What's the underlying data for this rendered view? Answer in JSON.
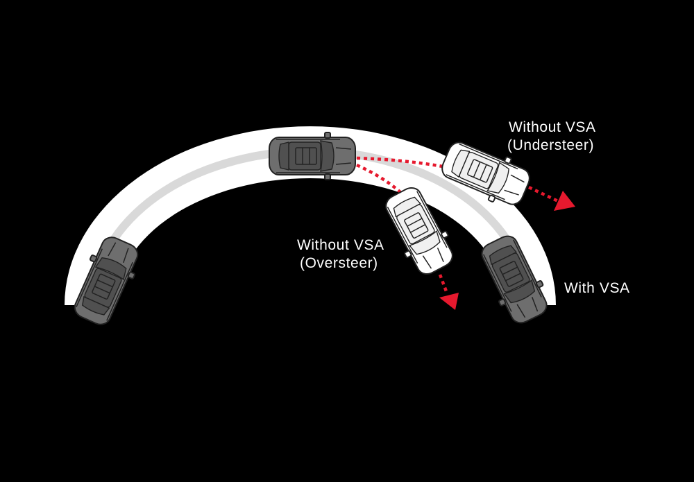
{
  "labels": {
    "without_vsa_understeer_line1": "Without VSA",
    "without_vsa_understeer_line2": "(Understeer)",
    "without_vsa_oversteer_line1": "Without VSA",
    "without_vsa_oversteer_line2": "(Oversteer)",
    "with_vsa": "With VSA"
  },
  "colors": {
    "background": "#000000",
    "road": "#ffffff",
    "lane": "#d9d9d9",
    "path_arrow": "#e6192e",
    "car_dark_body": "#6e6e6e",
    "car_dark_roof": "#505050",
    "car_light_body": "#ffffff",
    "car_light_roof": "#f0f0f0",
    "car_outline": "#222222"
  },
  "cars": [
    {
      "name": "car-entry",
      "style": "dark"
    },
    {
      "name": "car-top",
      "style": "dark"
    },
    {
      "name": "car-understeer",
      "style": "light"
    },
    {
      "name": "car-oversteer",
      "style": "light"
    },
    {
      "name": "car-with-vsa",
      "style": "dark"
    }
  ]
}
